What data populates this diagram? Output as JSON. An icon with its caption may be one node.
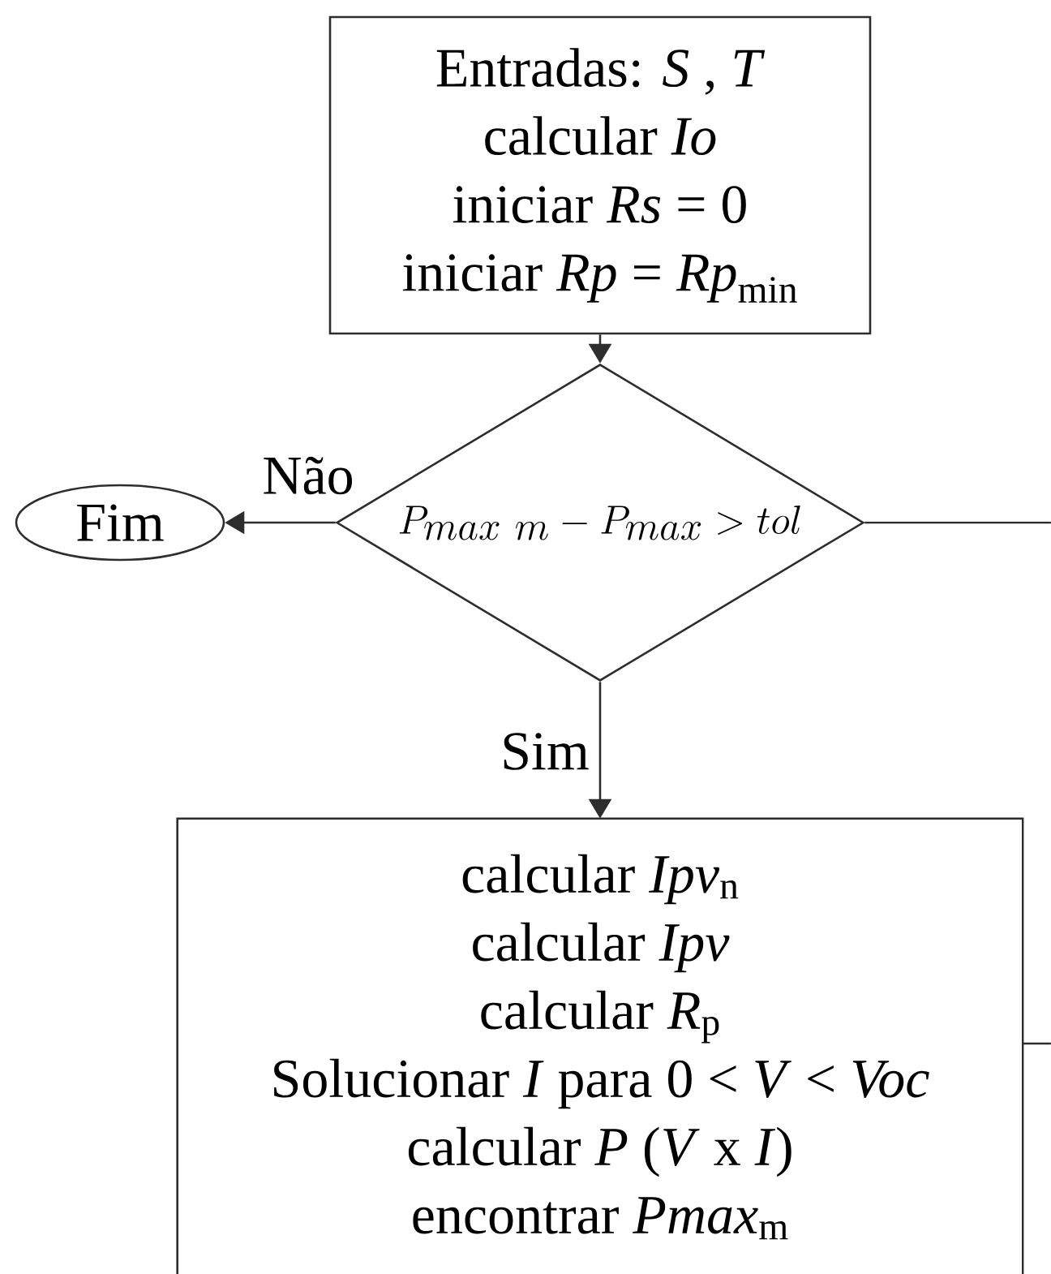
{
  "diagram": {
    "nodes": [
      {
        "text": [
          "Entradas: *S* , *T*",
          "calcular *Io*",
          "iniciar *Rs* = 0",
          "iniciar *Rp* = *Rp*$_{min}$"
        ]
      },
      {
        "text": [
          "P_{max\\ m} - P_{max} > tol"
        ]
      },
      {
        "text": [
          "Fim"
        ]
      },
      {
        "text": [
          "calcular *Ipv*$_{n}$",
          "calcular *Ipv*",
          "calcular *R*$_{p}$",
          "Solucionar *I* para 0 < *V* < *Voc*",
          "calcular *P* (*V* x *I*)",
          "encontrar *Pmax*$_{m}$"
        ]
      }
    ],
    "edges": [
      {
        "from": 0,
        "to": 1,
        "arrow": "to"
      },
      {
        "from": 1,
        "to": 2,
        "arrow": "to",
        "label": "Não"
      },
      {
        "from": 1,
        "to": 3,
        "arrow": "to",
        "label": "Sim"
      },
      {
        "from": 1,
        "to": null,
        "arrow": "none"
      },
      {
        "from": 3,
        "to": null,
        "arrow": "none"
      }
    ]
  }
}
